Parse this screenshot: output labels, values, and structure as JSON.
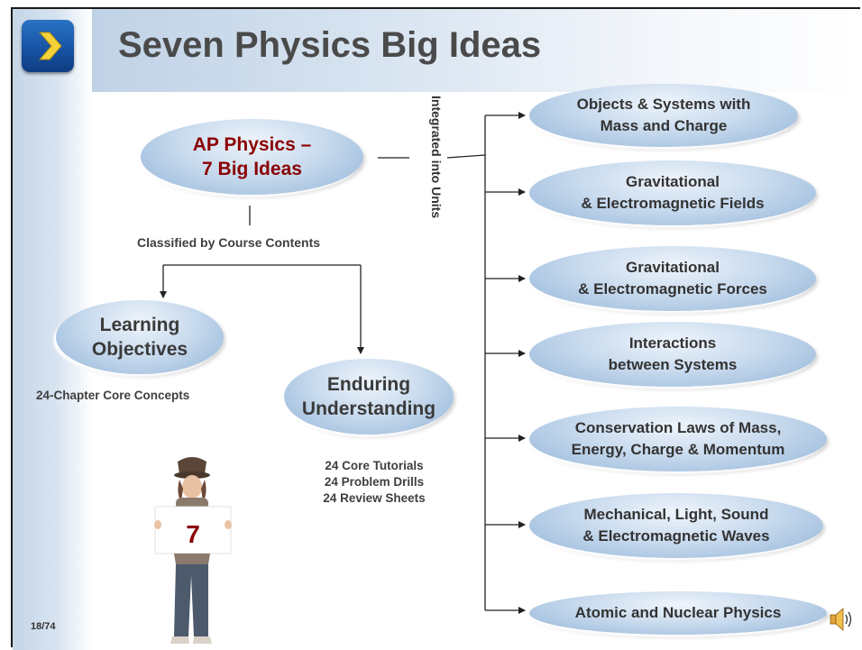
{
  "slide": {
    "title": "Seven Physics Big Ideas",
    "page_number": "18/74"
  },
  "center": {
    "line1": "AP Physics –",
    "line2": "7 Big Ideas"
  },
  "labels": {
    "classified": "Classified by Course Contents",
    "integrated": "Integrated into Units",
    "chapter_concepts": "24-Chapter Core Concepts",
    "tutorials": "24 Core Tutorials",
    "drills": "24 Problem Drills",
    "review": "24 Review Sheets"
  },
  "learning": {
    "line1": "Learning",
    "line2": "Objectives"
  },
  "enduring": {
    "line1": "Enduring",
    "line2": "Understanding"
  },
  "figure": {
    "sign_number": "7"
  },
  "big_ideas": [
    {
      "line1": "Objects & Systems with",
      "line2": "Mass and Charge"
    },
    {
      "line1": "Gravitational",
      "line2": "& Electromagnetic Fields"
    },
    {
      "line1": "Gravitational",
      "line2": "& Electromagnetic Forces"
    },
    {
      "line1": "Interactions",
      "line2": "between Systems"
    },
    {
      "line1": "Conservation Laws of Mass,",
      "line2": "Energy, Charge & Momentum"
    },
    {
      "line1": "Mechanical, Light, Sound",
      "line2": "& Electromagnetic Waves"
    },
    {
      "line1": "Atomic and Nuclear Physics",
      "line2": ""
    }
  ],
  "icons": {
    "nav": "chevron-right-icon",
    "audio": "speaker-icon"
  },
  "colors": {
    "accent_red": "#8b0000",
    "nav_blue": "#1550a1",
    "ellipse_blue": "#93b5d9"
  }
}
